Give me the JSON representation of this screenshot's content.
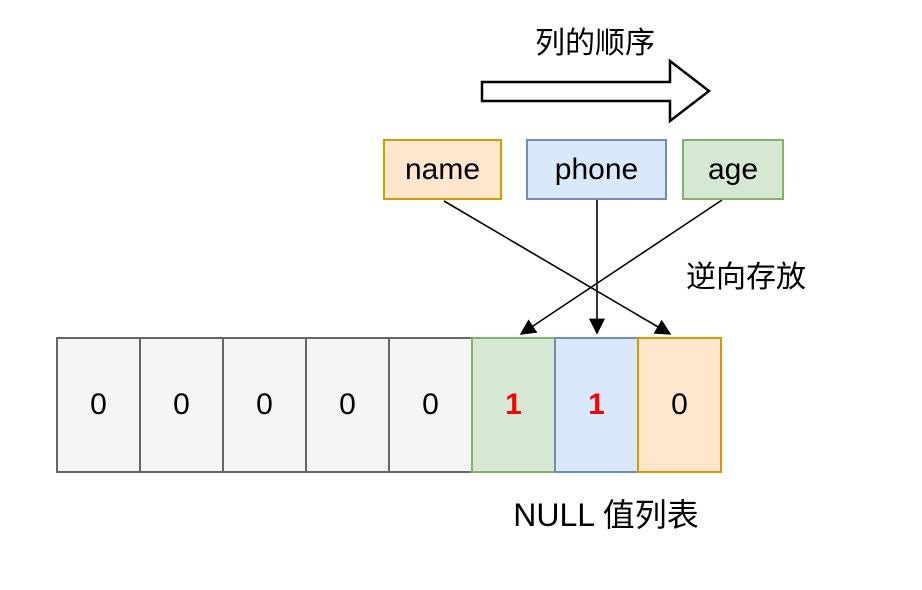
{
  "header": {
    "label": "列的顺序"
  },
  "columns": [
    {
      "name": "name",
      "label": "name",
      "fill": "#ffe6cc",
      "border": "#d79b00"
    },
    {
      "name": "phone",
      "label": "phone",
      "fill": "#dae8fc",
      "border": "#6c8ebf"
    },
    {
      "name": "age",
      "label": "age",
      "fill": "#d5e8d4",
      "border": "#82b366"
    }
  ],
  "annotations": {
    "reverse_storage": "逆向存放"
  },
  "null_list": {
    "caption": "NULL 值列表",
    "cells": [
      {
        "value": "0",
        "fill": "#f5f5f5",
        "border": "#666666",
        "color": "#000000",
        "bold": false
      },
      {
        "value": "0",
        "fill": "#f5f5f5",
        "border": "#666666",
        "color": "#000000",
        "bold": false
      },
      {
        "value": "0",
        "fill": "#f5f5f5",
        "border": "#666666",
        "color": "#000000",
        "bold": false
      },
      {
        "value": "0",
        "fill": "#f5f5f5",
        "border": "#666666",
        "color": "#000000",
        "bold": false
      },
      {
        "value": "0",
        "fill": "#f5f5f5",
        "border": "#666666",
        "color": "#000000",
        "bold": false
      },
      {
        "value": "1",
        "fill": "#d5e8d4",
        "border": "#82b366",
        "color": "#ff0000",
        "bold": true
      },
      {
        "value": "1",
        "fill": "#dae8fc",
        "border": "#6c8ebf",
        "color": "#ff0000",
        "bold": true
      },
      {
        "value": "0",
        "fill": "#ffe6cc",
        "border": "#d79b00",
        "color": "#000000",
        "bold": false
      }
    ]
  },
  "connections": [
    {
      "from": "name",
      "to_cell_index": 7
    },
    {
      "from": "phone",
      "to_cell_index": 6
    },
    {
      "from": "age",
      "to_cell_index": 5
    }
  ],
  "colors": {
    "arrow_stroke": "#000000",
    "block_arrow_fill": "#ffffff",
    "red_bit": "#ff0000"
  }
}
